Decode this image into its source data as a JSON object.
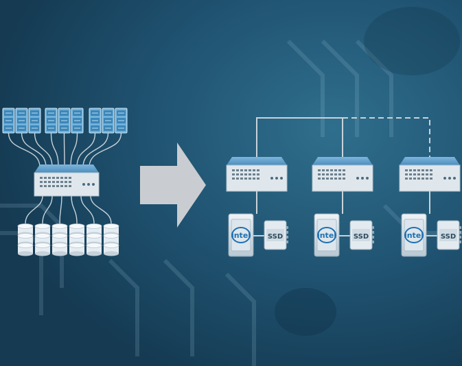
{
  "colors": {
    "background_dark": "#163d55",
    "background_mid": "#2a6480",
    "switch_top": "#5a9bc8",
    "switch_body": "#dde6ec",
    "storage": "#e6edf2",
    "arrow": "#c8ccd0",
    "lines": "#c9d3da"
  },
  "left": {
    "servers": {
      "groups": 3,
      "units_per_group": 3,
      "rows": 3
    },
    "switch_icon": "network-switch-icon",
    "storage": {
      "icon": "database-cylinder-icon",
      "count": 6
    }
  },
  "arrow": {
    "icon": "right-arrow-icon"
  },
  "right": {
    "nodes": [
      {
        "switch_icon": "network-switch-icon",
        "cpu_label": "intel",
        "storage_label": "SSD"
      },
      {
        "switch_icon": "network-switch-icon",
        "cpu_label": "intel",
        "storage_label": "SSD"
      },
      {
        "switch_icon": "network-switch-icon",
        "cpu_label": "intel",
        "storage_label": "SSD"
      }
    ],
    "links": [
      "solid",
      "dashed"
    ]
  }
}
